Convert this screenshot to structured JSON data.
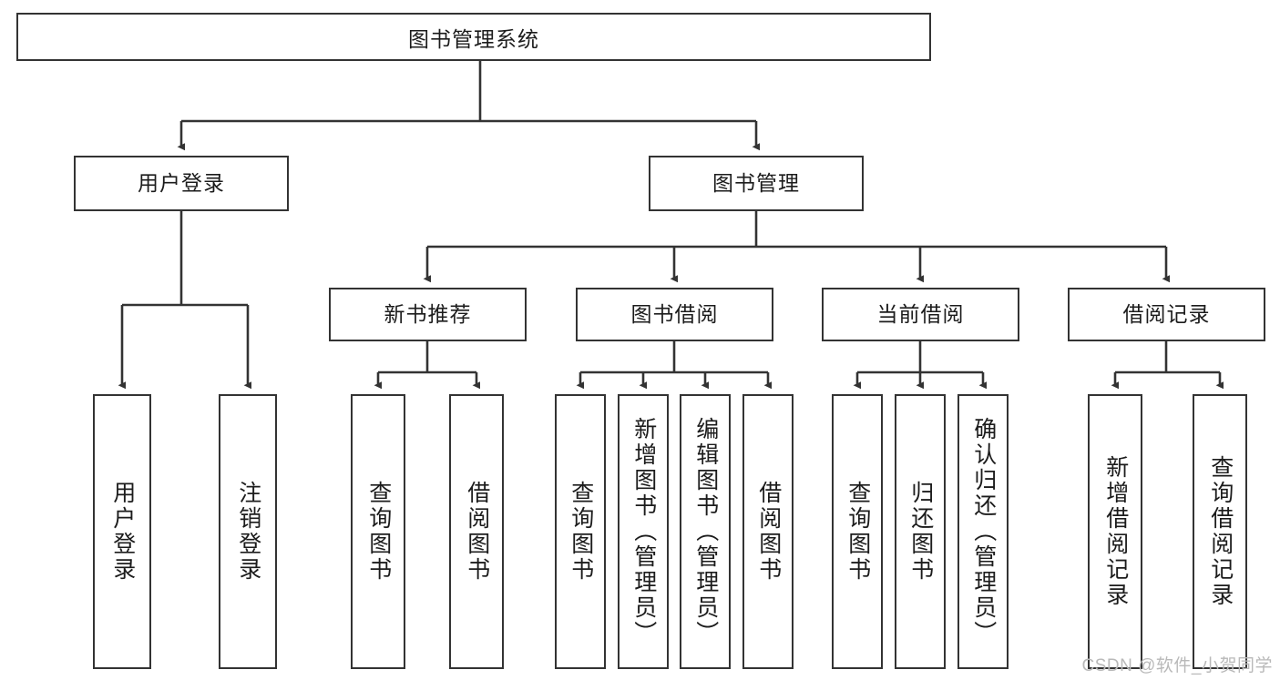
{
  "diagram": {
    "title": "图书管理系统",
    "type": "tree-hierarchy-chart",
    "watermark": "CSDN @软件_小贺同学",
    "colors": {
      "box_border": "#333333",
      "box_fill": "#ffffff",
      "edge": "#333333",
      "text": "#1c1c1c",
      "watermark": "#b9b9b9"
    },
    "root": {
      "label": "图书管理系统"
    },
    "level2": [
      {
        "label": "用户登录"
      },
      {
        "label": "图书管理"
      }
    ],
    "level3": [
      {
        "label": "新书推荐"
      },
      {
        "label": "图书借阅"
      },
      {
        "label": "当前借阅"
      },
      {
        "label": "借阅记录"
      }
    ],
    "leaves": {
      "user_login": [
        {
          "label": "用户登录"
        },
        {
          "label": "注销登录"
        }
      ],
      "new_book_recommend": [
        {
          "label": "查询图书"
        },
        {
          "label": "借阅图书"
        }
      ],
      "book_borrow": [
        {
          "label": "查询图书"
        },
        {
          "label": "新增图书（管理员）"
        },
        {
          "label": "编辑图书（管理员）"
        },
        {
          "label": "借阅图书"
        }
      ],
      "current_borrow": [
        {
          "label": "查询图书"
        },
        {
          "label": "归还图书"
        },
        {
          "label": "确认归还（管理员）"
        }
      ],
      "borrow_record": [
        {
          "label": "新增借阅记录"
        },
        {
          "label": "查询借阅记录"
        }
      ]
    }
  }
}
